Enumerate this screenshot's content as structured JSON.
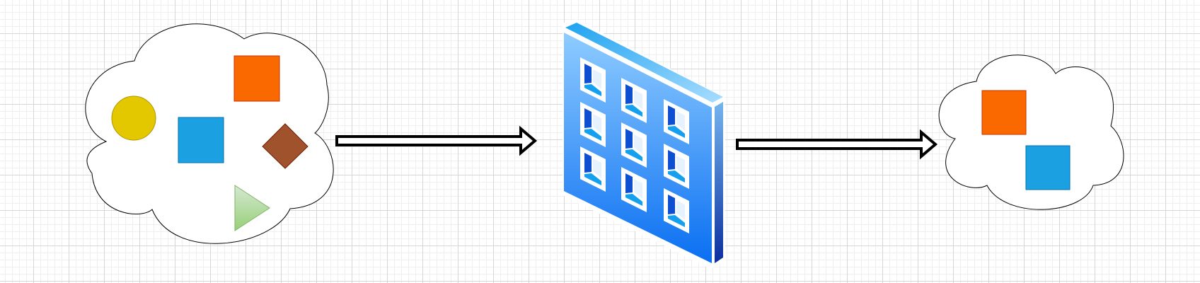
{
  "diagram": {
    "description_shapes": {
      "source_cloud": [
        "yellow-circle",
        "blue-square",
        "orange-square",
        "brown-diamond",
        "green-triangle"
      ],
      "filter": "blue-firewall-grid",
      "destination_cloud": [
        "orange-square",
        "blue-square"
      ]
    },
    "colors": {
      "yellow": "#e3c800",
      "blue": "#1ba1e2",
      "orange": "#fa6800",
      "brown": "#a0522d",
      "green_light": "#d5e8d4",
      "green_dark": "#97d077",
      "firewall_top": "#1fa3f0",
      "firewall_face_top": "#8fccff",
      "firewall_face_bottom": "#0a6ff2",
      "firewall_side_top": "#74b5ef",
      "firewall_side_bottom": "#0c2f9f",
      "window_dark": "#0d4fd0",
      "window_light": "#15a0ef",
      "outline": "#000000"
    }
  }
}
